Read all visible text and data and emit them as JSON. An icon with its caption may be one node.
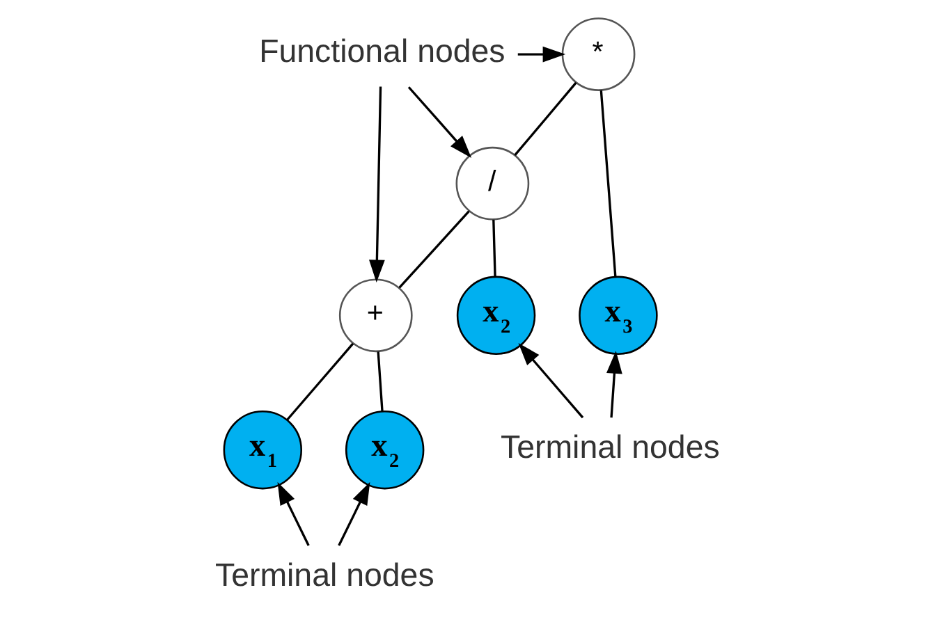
{
  "diagram": {
    "nodes": [
      {
        "text": [
          "Functional nodes"
        ]
      },
      {
        "text": [
          "*"
        ]
      },
      {
        "text": [
          "/"
        ]
      },
      {
        "text": [
          "x$_{3}$"
        ]
      },
      {
        "text": [
          "+"
        ]
      },
      {
        "text": [
          "x$_{2}$"
        ]
      },
      {
        "text": [
          "x$_{1}$"
        ]
      },
      {
        "text": [
          "x$_{2}$"
        ]
      },
      {
        "text": [
          "Terminal nodes"
        ]
      },
      {
        "text": [
          "Terminal nodes"
        ]
      }
    ],
    "edges": [
      {
        "from": 0,
        "to": 1,
        "arrow": "to"
      },
      {
        "from": 0,
        "to": 2,
        "arrow": "to"
      },
      {
        "from": 0,
        "to": 4,
        "arrow": "to"
      },
      {
        "from": 1,
        "to": 2,
        "arrow": "none"
      },
      {
        "from": 1,
        "to": 3,
        "arrow": "none"
      },
      {
        "from": 2,
        "to": 4,
        "arrow": "none"
      },
      {
        "from": 2,
        "to": 5,
        "arrow": "none"
      },
      {
        "from": 4,
        "to": 6,
        "arrow": "none"
      },
      {
        "from": 4,
        "to": 7,
        "arrow": "none"
      },
      {
        "from": 9,
        "to": 6,
        "arrow": "to"
      },
      {
        "from": 9,
        "to": 7,
        "arrow": "to"
      },
      {
        "from": 8,
        "to": 5,
        "arrow": "to"
      },
      {
        "from": 8,
        "to": 3,
        "arrow": "to"
      }
    ]
  }
}
